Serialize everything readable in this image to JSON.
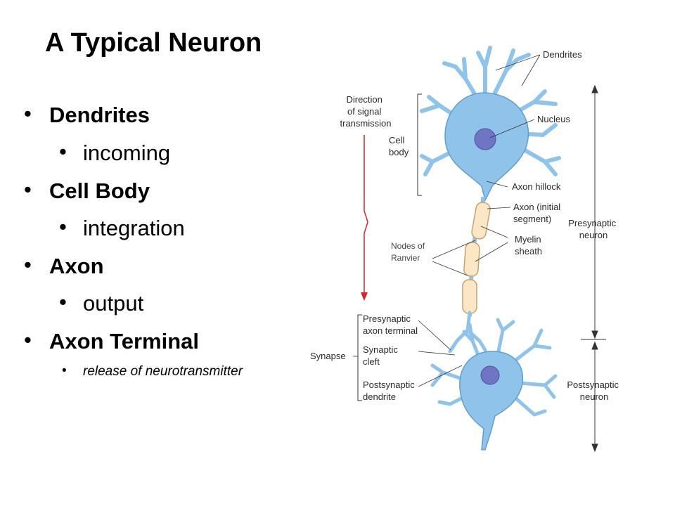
{
  "slide": {
    "title": "A Typical Neuron",
    "bullets": [
      {
        "level": 1,
        "text": "Dendrites"
      },
      {
        "level": 2,
        "text": "incoming"
      },
      {
        "level": 1,
        "text": "Cell Body"
      },
      {
        "level": 2,
        "text": "integration"
      },
      {
        "level": 1,
        "text": "Axon"
      },
      {
        "level": 2,
        "text": "output"
      },
      {
        "level": 1,
        "text": "Axon Terminal"
      },
      {
        "level": 3,
        "text": "release of neurotransmitter"
      }
    ],
    "bullet_glyph": "•"
  },
  "diagram": {
    "labels": {
      "dendrites": "Dendrites",
      "direction": [
        "Direction",
        "of signal",
        "transmission"
      ],
      "cell_body": [
        "Cell",
        "body"
      ],
      "nucleus": "Nucleus",
      "axon_hillock": "Axon hillock",
      "axon_initial": [
        "Axon (initial",
        "segment)"
      ],
      "nodes": [
        "Nodes of",
        "Ranvier"
      ],
      "myelin": [
        "Myelin",
        "sheath"
      ],
      "presynaptic_neuron": [
        "Presynaptic",
        "neuron"
      ],
      "presyn_terminal": [
        "Presynaptic",
        "axon terminal"
      ],
      "synapse": "Synapse",
      "cleft": [
        "Synaptic",
        "cleft"
      ],
      "postsyn_dendrite": [
        "Postsynaptic",
        "dendrite"
      ],
      "postsynaptic_neuron": [
        "Postsynaptic",
        "neuron"
      ]
    },
    "colors": {
      "cell": "#8fc3ea",
      "cell_edge": "#5d9fd1",
      "nucleus": "#6f75c2",
      "myelin": "#fbe7c6",
      "myelin_edge": "#c9a26d",
      "arrow": "#d8232a",
      "leader": "#333333"
    }
  }
}
